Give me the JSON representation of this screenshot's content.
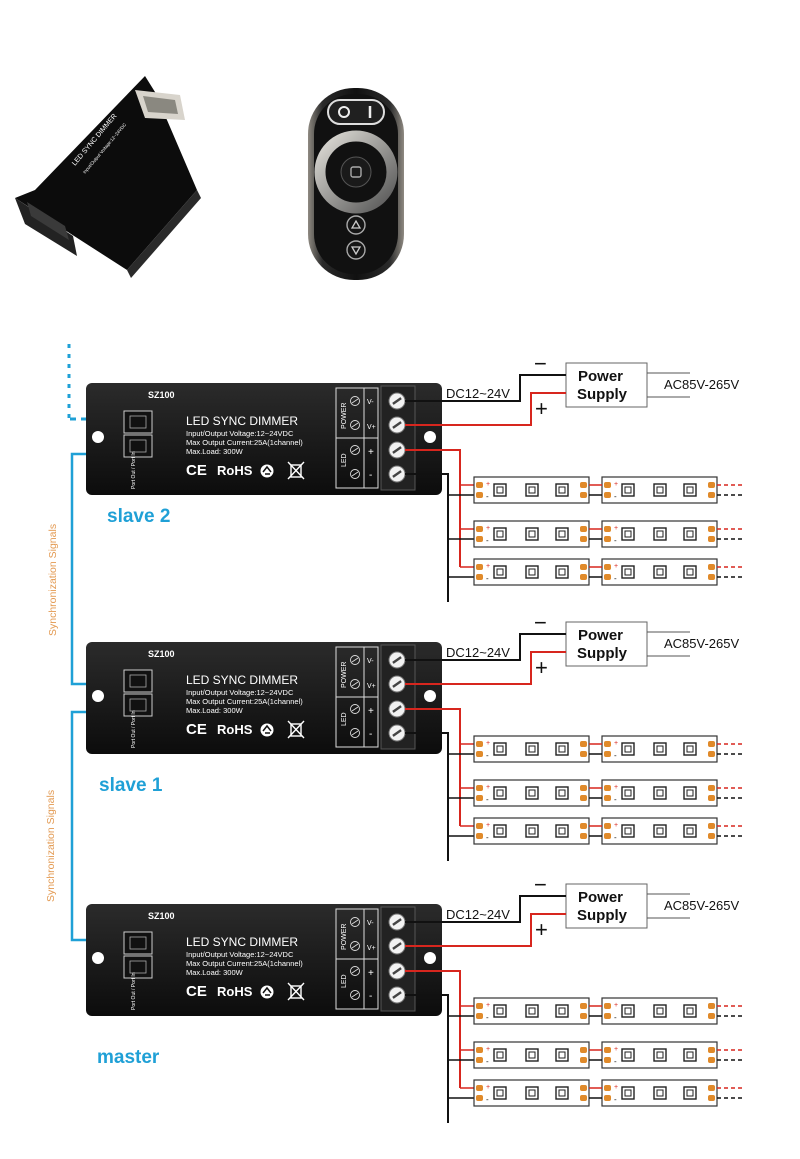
{
  "device": {
    "model": "SZ100",
    "title": "LED SYNC DIMMER",
    "spec_lines": [
      "Input/Output Voltage:12~24VDC",
      "Max Output Current:25A(1channel)",
      "Max.Load: 300W"
    ],
    "cert_ce": "CE",
    "cert_rohs": "RoHS",
    "power_label": "POWER",
    "led_label": "LED",
    "term_vminus": "V-",
    "term_vplus": "V+",
    "term_plus": "+",
    "term_minus": "-",
    "port_labels": "Port Out / Port In"
  },
  "product_label": {
    "model": "SZ100",
    "title": "LED SYNC DIMMER",
    "spec": "Input/Output Voltage:12~24VDC"
  },
  "power_supply": {
    "line1": "Power",
    "line2": "Supply",
    "ac_label": "AC85V-265V",
    "dc_label": "DC12~24V",
    "minus_sign": "−",
    "plus_sign": "+"
  },
  "units": [
    {
      "role": "slave 2"
    },
    {
      "role": "slave 1"
    },
    {
      "role": "master"
    }
  ],
  "sync_label": "Synchronization Signals",
  "colors": {
    "signal": "#1fa0d6",
    "wire_positive": "#d7261e",
    "wire_negative": "#111111",
    "controller_body": "#1a1a1a",
    "led_pad": "#e08a2a"
  },
  "icons": [
    "ce-mark-icon",
    "rohs-icon",
    "recycle-icon",
    "weee-bin-icon",
    "remote-control-icon",
    "led-chip-icon"
  ]
}
